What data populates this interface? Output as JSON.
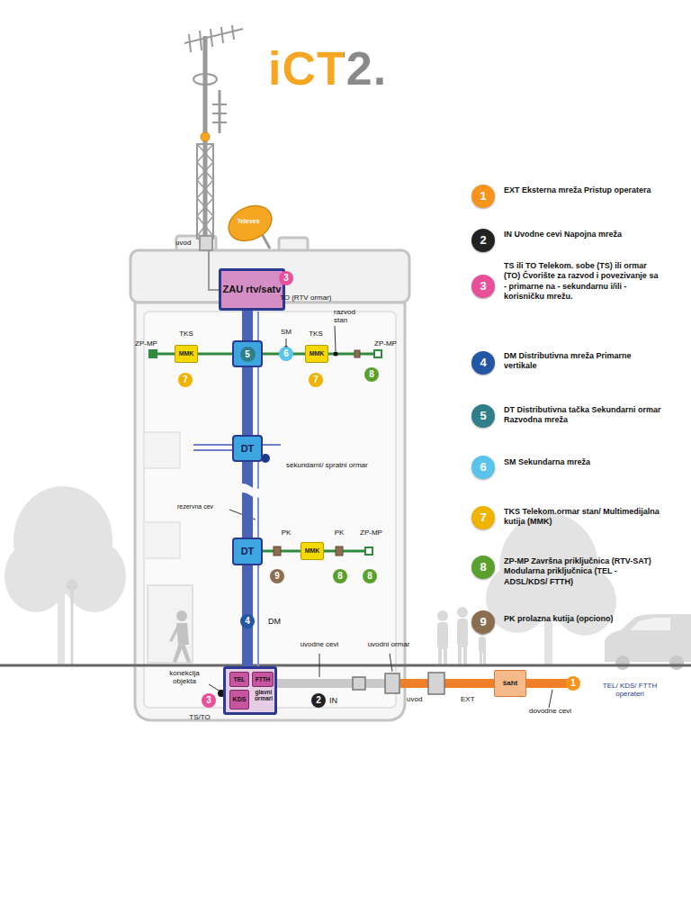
{
  "diagram": {
    "title": "iCT2.",
    "nodes": [
      {
        "text": [
          "ZAU rtv/satv"
        ]
      },
      {
        "text": [
          "5"
        ]
      },
      {
        "text": [
          "MMK"
        ]
      },
      {
        "text": [
          "MMK"
        ]
      },
      {
        "text": [
          "DT"
        ]
      },
      {
        "text": [
          "DT"
        ]
      },
      {
        "text": [
          "MMK"
        ]
      },
      {
        "text": [
          "glavni ormari"
        ]
      },
      {
        "text": [
          "TEL"
        ],
        "in": 7
      },
      {
        "text": [
          "FTTH"
        ],
        "in": 7
      },
      {
        "text": [
          "KDS"
        ],
        "in": 7
      },
      {
        "text": [
          "šaht"
        ]
      }
    ],
    "edges": [
      {
        "from": 0,
        "to": 1,
        "arrow": "none"
      },
      {
        "from": 1,
        "to": 2,
        "arrow": "none"
      },
      {
        "from": 1,
        "to": 3,
        "arrow": "none"
      },
      {
        "from": 1,
        "to": 4,
        "arrow": "none"
      },
      {
        "from": 4,
        "to": 5,
        "arrow": "none"
      },
      {
        "from": 5,
        "to": 6,
        "arrow": "none"
      },
      {
        "from": 5,
        "to": 7,
        "arrow": "none"
      },
      {
        "from": 7,
        "to": 11,
        "arrow": "none"
      }
    ],
    "labels": [
      "uvod",
      "Televes",
      "3",
      "TO (RTV ormar)",
      "ZP-MP",
      "TKS",
      "SM",
      "6",
      "TKS",
      "razvod stan",
      "ZP-MP",
      "7",
      "7",
      "8",
      "sekundarni/ spratni ormar",
      "rezervna cev",
      "PK",
      "PK",
      "ZP-MP",
      "9",
      "8",
      "8",
      "4",
      "DM",
      "uvodne cevi",
      "uvodni ormar",
      "konekcija objekta",
      "3",
      "TS/TO",
      "2",
      "IN",
      "uvod",
      "EXT",
      "dovodne cevi",
      "1",
      "TEL/ KDS/ FTTH operateri",
      "1",
      "2",
      "3",
      "4",
      "5",
      "6",
      "7",
      "8",
      "9"
    ],
    "legend": [
      {
        "text": "EXT Eksterna mreža Pristup operatera",
        "color": "#f7941d"
      },
      {
        "text": "IN Uvodne cevi Napojna mreža",
        "color": "#222222"
      },
      {
        "text": "TS ili TO Telekom. sobe (TS) ili ormar (TO) Čvorište za razvod i povezivanje sa - primarne na - sekundarnu i/ili - korisničku mrežu.",
        "color": "#e8509a"
      },
      {
        "text": "DM Distributivna mreža Primarne vertikale",
        "color": "#2456a6"
      },
      {
        "text": "DT Distributivna tačka Sekundarni ormar Razvodna mreža",
        "color": "#2f7f8a"
      },
      {
        "text": "SM Sekundarna mreža",
        "color": "#5bc4ec"
      },
      {
        "text": "TKS Telekom.ormar stan/ Multimedijalna kutija (MMK)",
        "color": "#f0b400"
      },
      {
        "text": "ZP-MP Završna priključnica (RTV-SAT) Modularna priključnica (TEL - ADSL/KDS/ FTTH)",
        "color": "#5aa02c"
      },
      {
        "text": "PK prolazna kutija (opciono)",
        "color": "#8b6d4f"
      }
    ]
  }
}
